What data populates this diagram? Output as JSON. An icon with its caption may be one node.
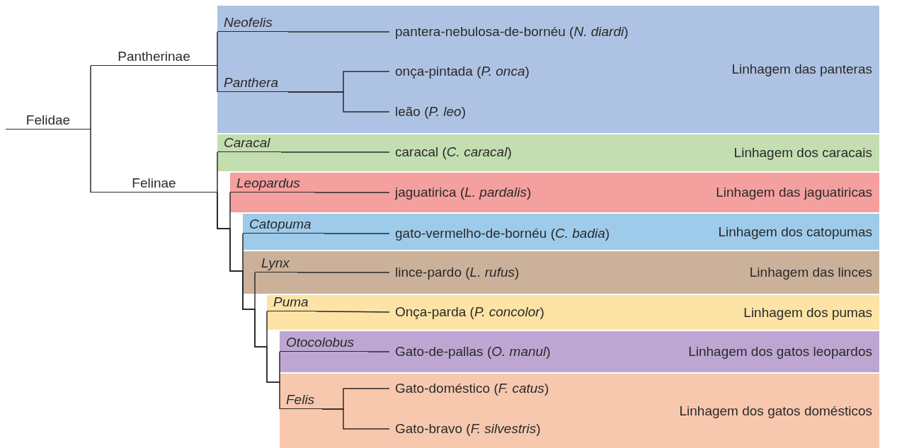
{
  "diagram": {
    "nodes": [
      {
        "text": [
          "Felidae"
        ]
      },
      {
        "text": [
          "Pantherinae"
        ]
      },
      {
        "text": [
          "Felinae"
        ]
      },
      {
        "text": [
          "Linhagem das panteras"
        ]
      },
      {
        "text": [
          "Neofelis"
        ],
        "in": 3
      },
      {
        "text": [
          "pantera-nebulosa-de-bornéu (*N. diardi*)"
        ],
        "in": 3
      },
      {
        "text": [
          "Panthera"
        ],
        "in": 3
      },
      {
        "text": [
          "onça-pintada (*P. onca*)"
        ],
        "in": 3
      },
      {
        "text": [
          "leão (*P. leo*)"
        ],
        "in": 3
      },
      {
        "text": [
          "Linhagem dos caracais"
        ]
      },
      {
        "text": [
          "Caracal"
        ],
        "in": 9
      },
      {
        "text": [
          "caracal (*C. caracal*)"
        ],
        "in": 9
      },
      {
        "text": [
          "Linhagem das jaguatiricas"
        ]
      },
      {
        "text": [
          "Leopardus"
        ],
        "in": 12
      },
      {
        "text": [
          "jaguatirica (*L. pardalis*)"
        ],
        "in": 12
      },
      {
        "text": [
          "Linhagem dos catopumas"
        ]
      },
      {
        "text": [
          "Catopuma"
        ],
        "in": 15
      },
      {
        "text": [
          "gato-vermelho-de-bornéu (*C. badia*)"
        ],
        "in": 15
      },
      {
        "text": [
          "Linhagem das linces"
        ]
      },
      {
        "text": [
          "Lynx"
        ],
        "in": 18
      },
      {
        "text": [
          "lince-pardo (*L. rufus*)"
        ],
        "in": 18
      },
      {
        "text": [
          "Linhagem dos pumas"
        ]
      },
      {
        "text": [
          "Puma"
        ],
        "in": 21
      },
      {
        "text": [
          "Onça-parda (*P. concolor*)"
        ],
        "in": 21
      },
      {
        "text": [
          "Linhagem dos gatos leopardos"
        ]
      },
      {
        "text": [
          "Otocolobus"
        ],
        "in": 24
      },
      {
        "text": [
          "Gato-de-pallas (*O. manul*)"
        ],
        "in": 24
      },
      {
        "text": [
          "Linhagem dos gatos domésticos"
        ]
      },
      {
        "text": [
          "Felis"
        ],
        "in": 27
      },
      {
        "text": [
          "Gato-doméstico (*F. catus*)"
        ],
        "in": 27
      },
      {
        "text": [
          "Gato-bravo (*F. silvestris*)"
        ],
        "in": 27
      }
    ],
    "edges": [
      {
        "from": 0,
        "to": 1,
        "arrow": "none"
      },
      {
        "from": 0,
        "to": 2,
        "arrow": "none"
      },
      {
        "from": 1,
        "to": 4,
        "arrow": "none"
      },
      {
        "from": 1,
        "to": 6,
        "arrow": "none"
      },
      {
        "from": 4,
        "to": 5,
        "arrow": "none"
      },
      {
        "from": 6,
        "to": 7,
        "arrow": "none"
      },
      {
        "from": 6,
        "to": 8,
        "arrow": "none"
      },
      {
        "from": 2,
        "to": 10,
        "arrow": "none"
      },
      {
        "from": 10,
        "to": 11,
        "arrow": "none"
      },
      {
        "from": 2,
        "to": 13,
        "arrow": "none"
      },
      {
        "from": 13,
        "to": 14,
        "arrow": "none"
      },
      {
        "from": 2,
        "to": 16,
        "arrow": "none"
      },
      {
        "from": 16,
        "to": 17,
        "arrow": "none"
      },
      {
        "from": 2,
        "to": 19,
        "arrow": "none"
      },
      {
        "from": 19,
        "to": 20,
        "arrow": "none"
      },
      {
        "from": 2,
        "to": 22,
        "arrow": "none"
      },
      {
        "from": 22,
        "to": 23,
        "arrow": "none"
      },
      {
        "from": 2,
        "to": 25,
        "arrow": "none"
      },
      {
        "from": 25,
        "to": 26,
        "arrow": "none"
      },
      {
        "from": 2,
        "to": 28,
        "arrow": "none"
      },
      {
        "from": 28,
        "to": 29,
        "arrow": "none"
      },
      {
        "from": 28,
        "to": 30,
        "arrow": "none"
      }
    ]
  }
}
